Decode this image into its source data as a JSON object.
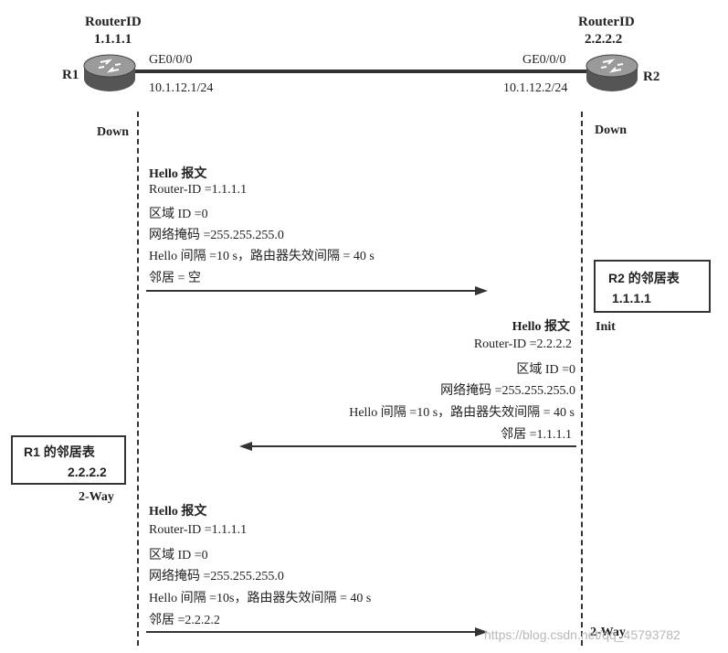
{
  "r1": {
    "title": "RouterID",
    "id": "1.1.1.1",
    "name": "R1",
    "interface": "GE0/0/0",
    "ip": "10.1.12.1/24",
    "state_initial": "Down",
    "state_final": "2-Way",
    "neighbor_table": {
      "title": "R1 的邻居表",
      "entry": "2.2.2.2"
    }
  },
  "r2": {
    "title": "RouterID",
    "id": "2.2.2.2",
    "name": "R2",
    "interface": "GE0/0/0",
    "ip": "10.1.12.2/24",
    "state_initial": "Down",
    "state_mid": "Init",
    "state_final": "2-Way",
    "neighbor_table": {
      "title": "R2 的邻居表",
      "entry": "1.1.1.1"
    }
  },
  "messages": [
    {
      "title": "Hello 报文",
      "router_id": "Router-ID =1.1.1.1",
      "area": "区域 ID =0",
      "mask": "网络掩码 =255.255.255.0",
      "timers": "Hello 间隔 =10 s，路由器失效间隔 = 40 s",
      "neighbor": "邻居 = 空"
    },
    {
      "title": "Hello 报文",
      "router_id": "Router-ID =2.2.2.2",
      "area": "区域 ID =0",
      "mask": "网络掩码 =255.255.255.0",
      "timers": "Hello 间隔 =10 s，路由器失效间隔 = 40 s",
      "neighbor": "邻居 =1.1.1.1"
    },
    {
      "title": "Hello 报文",
      "router_id": "Router-ID =1.1.1.1",
      "area": "区域 ID =0",
      "mask": "网络掩码 =255.255.255.0",
      "timers": "Hello 间隔 =10s，路由器失效间隔 = 40 s",
      "neighbor": "邻居 =2.2.2.2"
    }
  ],
  "watermark": "https://blog.csdn.net/qq_45793782"
}
